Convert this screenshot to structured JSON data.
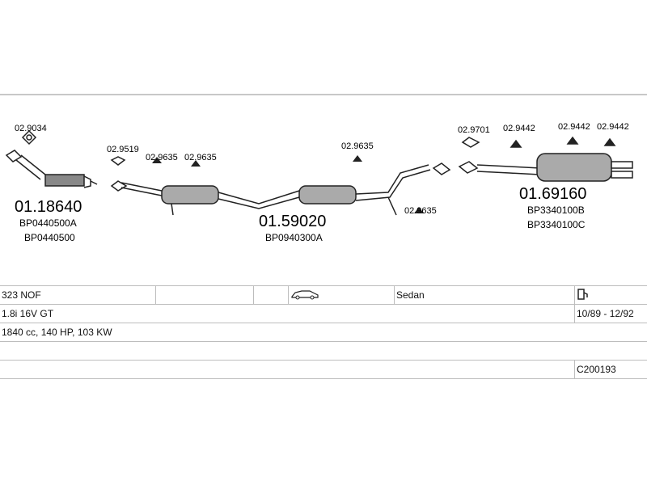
{
  "parts": {
    "gasket_1": "02.9034",
    "pipe_main": "01.18640",
    "pipe_oem_1": "BP0440500A",
    "pipe_oem_2": "BP0440500",
    "clamp_1": "02.9519",
    "hanger_1": "02.9635",
    "hanger_2": "02.9635",
    "mid_main": "01.59020",
    "mid_oem": "BP0940300A",
    "hanger_3": "02.9635",
    "hanger_4": "02.9635",
    "gasket_2": "02.9701",
    "hanger_5": "02.9442",
    "hanger_6": "02.9442",
    "hanger_7": "02.9442",
    "rear_main": "01.69160",
    "rear_oem_1": "BP3340100B",
    "rear_oem_2": "BP3340100C"
  },
  "vehicle": {
    "model": "323 NOF",
    "body_type": "Sedan",
    "engine_variant": "1.8i 16V GT",
    "years": "10/89 - 12/92",
    "engine_specs": "1840 cc, 140 HP, 103 KW",
    "catalog_code": "C200193"
  },
  "icons": {
    "car": "car-sedan-icon",
    "fuel": "fuel-pump-icon"
  }
}
